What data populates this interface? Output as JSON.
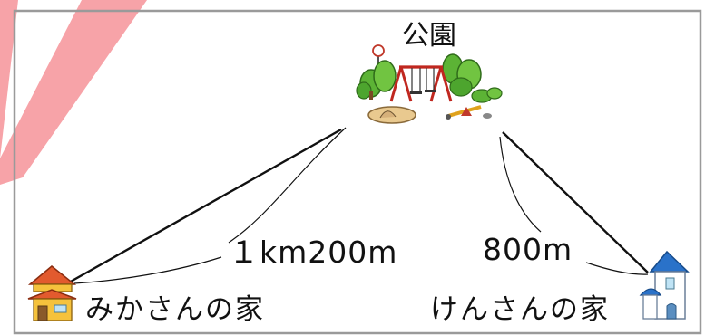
{
  "labels": {
    "park": "公園",
    "mika_house": "みかさんの家",
    "ken_house": "けんさんの家",
    "distance_mika": "１km200m",
    "distance_ken": "800m"
  },
  "icons": [
    "park-playground-icon",
    "house-mika-icon",
    "house-ken-icon"
  ],
  "colors": {
    "frame": "#9a9a9a",
    "corner_ribbon": "#f7a3a8",
    "line": "#111111",
    "mika_roof": "#e25a2e",
    "mika_wall": "#f5c23c",
    "ken_roof": "#2a72c9"
  }
}
